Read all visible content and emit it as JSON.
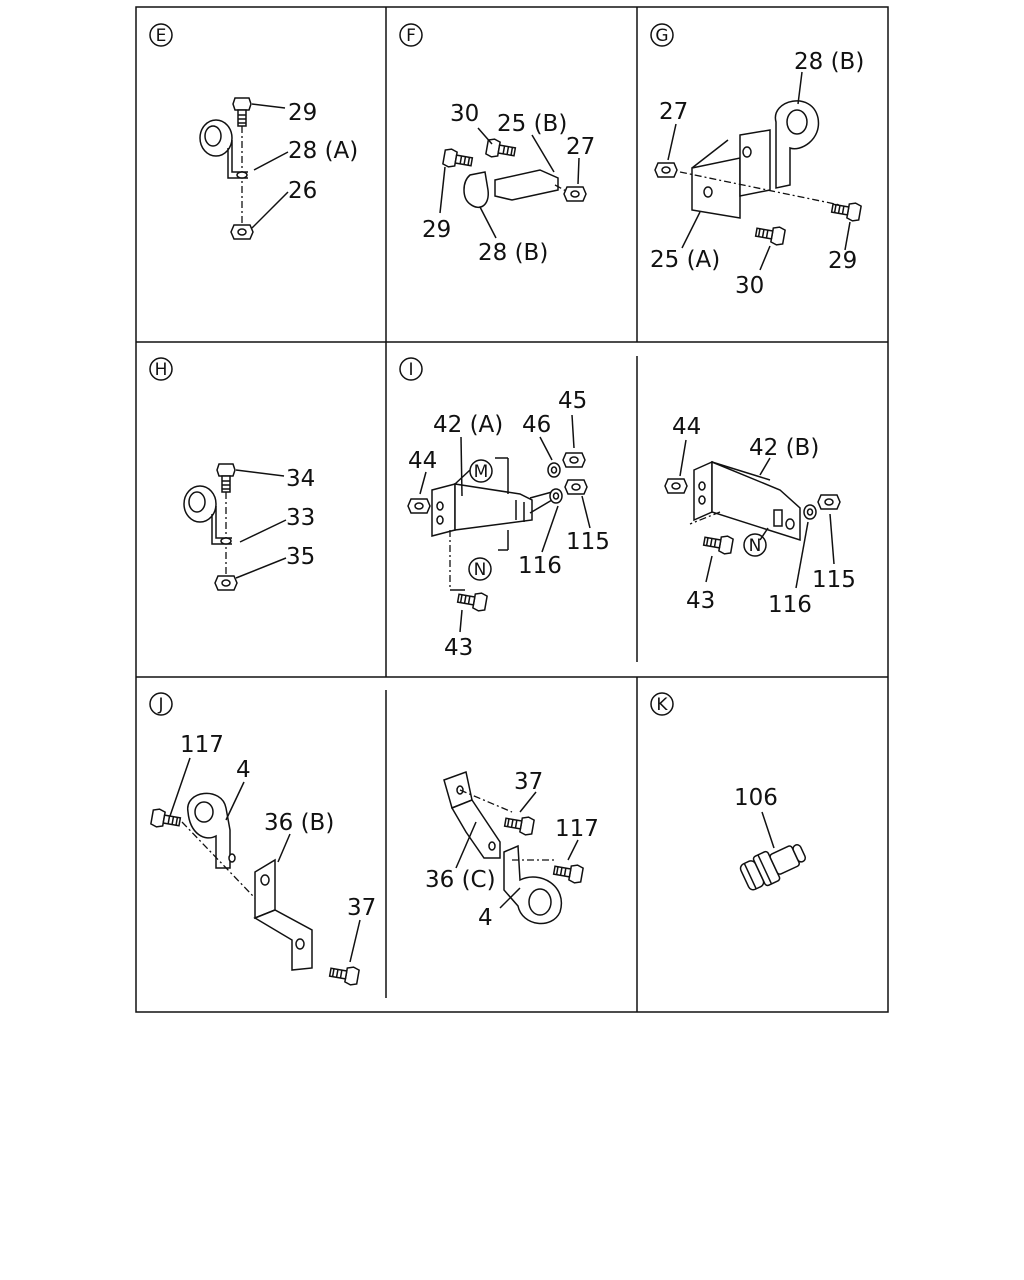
{
  "panels": [
    {
      "letter": "E",
      "labels": [
        "29",
        "28 (A)",
        "26"
      ]
    },
    {
      "letter": "F",
      "labels": [
        "30",
        "25 (B)",
        "27",
        "29",
        "28 (B)"
      ]
    },
    {
      "letter": "G",
      "labels": [
        "28 (B)",
        "27",
        "25 (A)",
        "30",
        "29"
      ]
    },
    {
      "letter": "H",
      "labels": [
        "34",
        "33",
        "35"
      ]
    },
    {
      "letter": "I",
      "labels": [
        "42 (A)",
        "46",
        "45",
        "44",
        "115",
        "116",
        "43"
      ],
      "markers": [
        "M",
        "N"
      ]
    },
    {
      "letter": "",
      "labels": [
        "44",
        "42 (B)",
        "43",
        "116",
        "115"
      ],
      "markers": [
        "N"
      ]
    },
    {
      "letter": "J",
      "labels": [
        "117",
        "4",
        "36 (B)",
        "37"
      ]
    },
    {
      "letter": "",
      "labels": [
        "37",
        "117",
        "36 (C)",
        "4"
      ]
    },
    {
      "letter": "K",
      "labels": [
        "106"
      ]
    }
  ]
}
